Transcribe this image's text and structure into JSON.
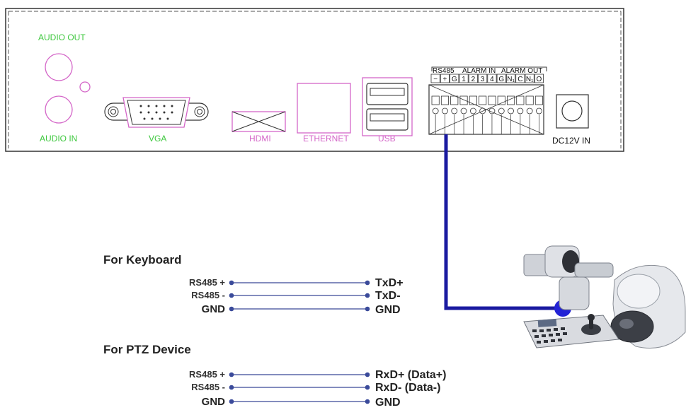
{
  "rear_panel": {
    "audio_out_label": "AUDIO OUT",
    "audio_in_label": "AUDIO IN",
    "vga_label": "VGA",
    "hdmi_label": "HDMI",
    "ethernet_label": "ETHERNET",
    "usb_label": "USB",
    "terminal_group_rs485": "RS485",
    "terminal_group_alarm_in": "ALARM IN",
    "terminal_group_alarm_out": "ALARM OUT",
    "terminal_pins": [
      "−",
      "+",
      "G",
      "1",
      "2",
      "3",
      "4",
      "G",
      "N₁",
      "C",
      "N₁",
      "O"
    ],
    "power_label": "DC12V IN"
  },
  "keyboard_section": {
    "title": "For Keyboard",
    "rows": [
      {
        "left": "RS485 +",
        "right": "TxD+"
      },
      {
        "left": "RS485 -",
        "right": "TxD-"
      },
      {
        "left": "GND",
        "right": "GND"
      }
    ]
  },
  "ptz_section": {
    "title": "For PTZ Device",
    "rows": [
      {
        "left": "RS485 +",
        "right": "RxD+ (Data+)"
      },
      {
        "left": "RS485 -",
        "right": "RxD- (Data-)"
      },
      {
        "left": "GND",
        "right": "GND"
      }
    ]
  },
  "colors": {
    "label_green": "#3ec83e",
    "port_pink": "#d466c8",
    "cable_blue": "#1a1aa0",
    "wire": "#5a66a8"
  }
}
